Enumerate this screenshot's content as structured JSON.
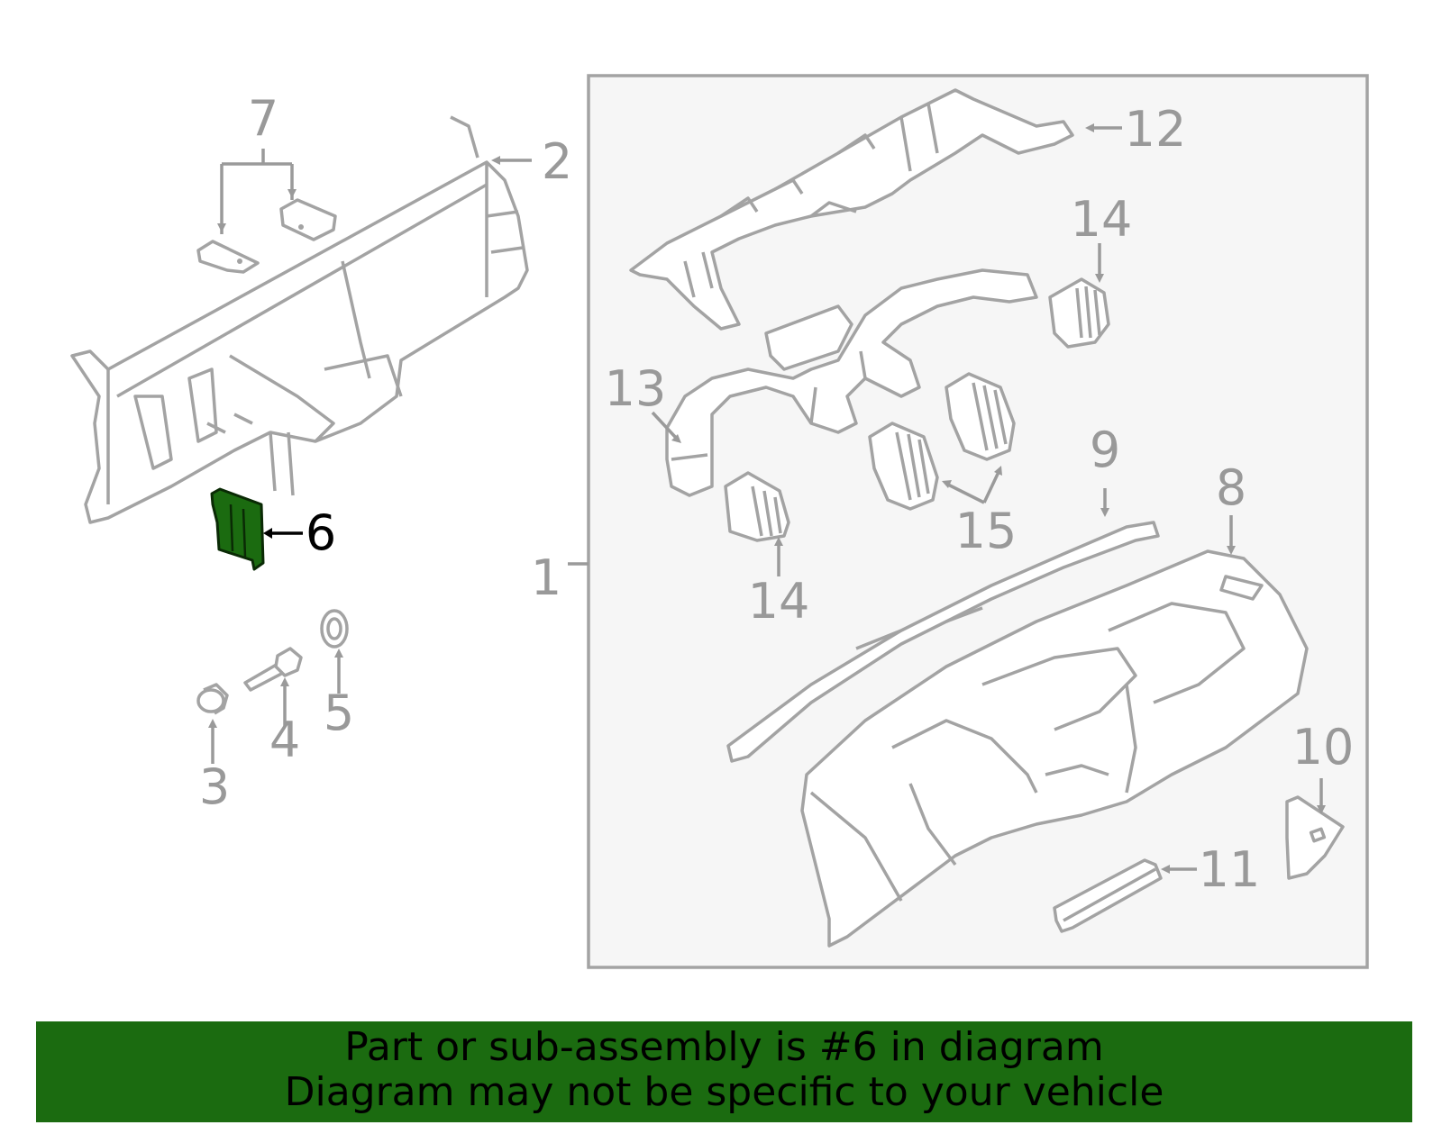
{
  "callouts": {
    "c1": "1",
    "c2": "2",
    "c3": "3",
    "c4": "4",
    "c5": "5",
    "c6": "6",
    "c7": "7",
    "c8": "8",
    "c9": "9",
    "c10": "10",
    "c11": "11",
    "c12": "12",
    "c13": "13",
    "c14a": "14",
    "c14b": "14",
    "c15": "15"
  },
  "highlight": {
    "part": "6",
    "color": "#1b6b10"
  },
  "banner": {
    "line1": "Part or sub-assembly is #6 in diagram",
    "line2": "Diagram may not be specific to your vehicle"
  }
}
